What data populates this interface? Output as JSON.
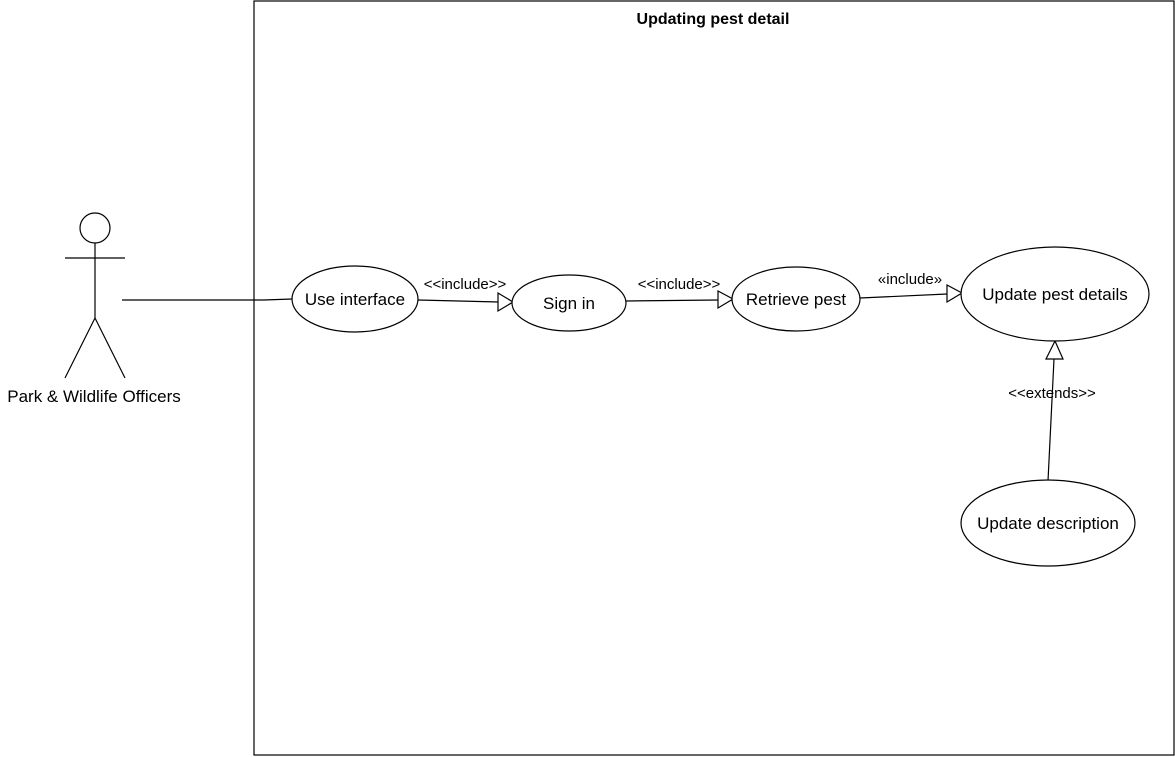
{
  "system": {
    "title": "Updating pest detail"
  },
  "actor": {
    "name": "Park & Wildlife Officers"
  },
  "use_cases": {
    "use_interface": "Use interface",
    "sign_in": "Sign in",
    "retrieve_pest": "Retrieve pest",
    "update_pest_details": "Update pest details",
    "update_description": "Update description"
  },
  "relations": {
    "include_1": "<<include>>",
    "include_2": "<<include>>",
    "include_3": "«include»",
    "extends": "<<extends>>"
  }
}
